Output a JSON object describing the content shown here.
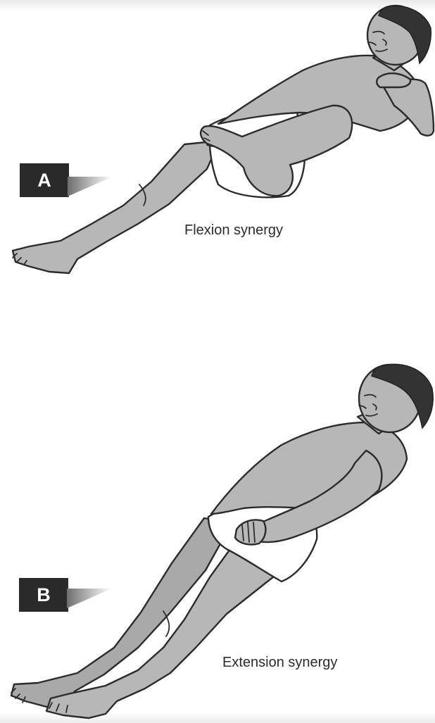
{
  "figure": {
    "panels": [
      {
        "label": "A",
        "caption": "Flexion synergy"
      },
      {
        "label": "B",
        "caption": "Extension synergy"
      }
    ],
    "colors": {
      "skin": "#b7b7b7",
      "outline": "#2b2b2b",
      "hair": "#333333",
      "tag_bg": "#2a2a2a"
    }
  }
}
